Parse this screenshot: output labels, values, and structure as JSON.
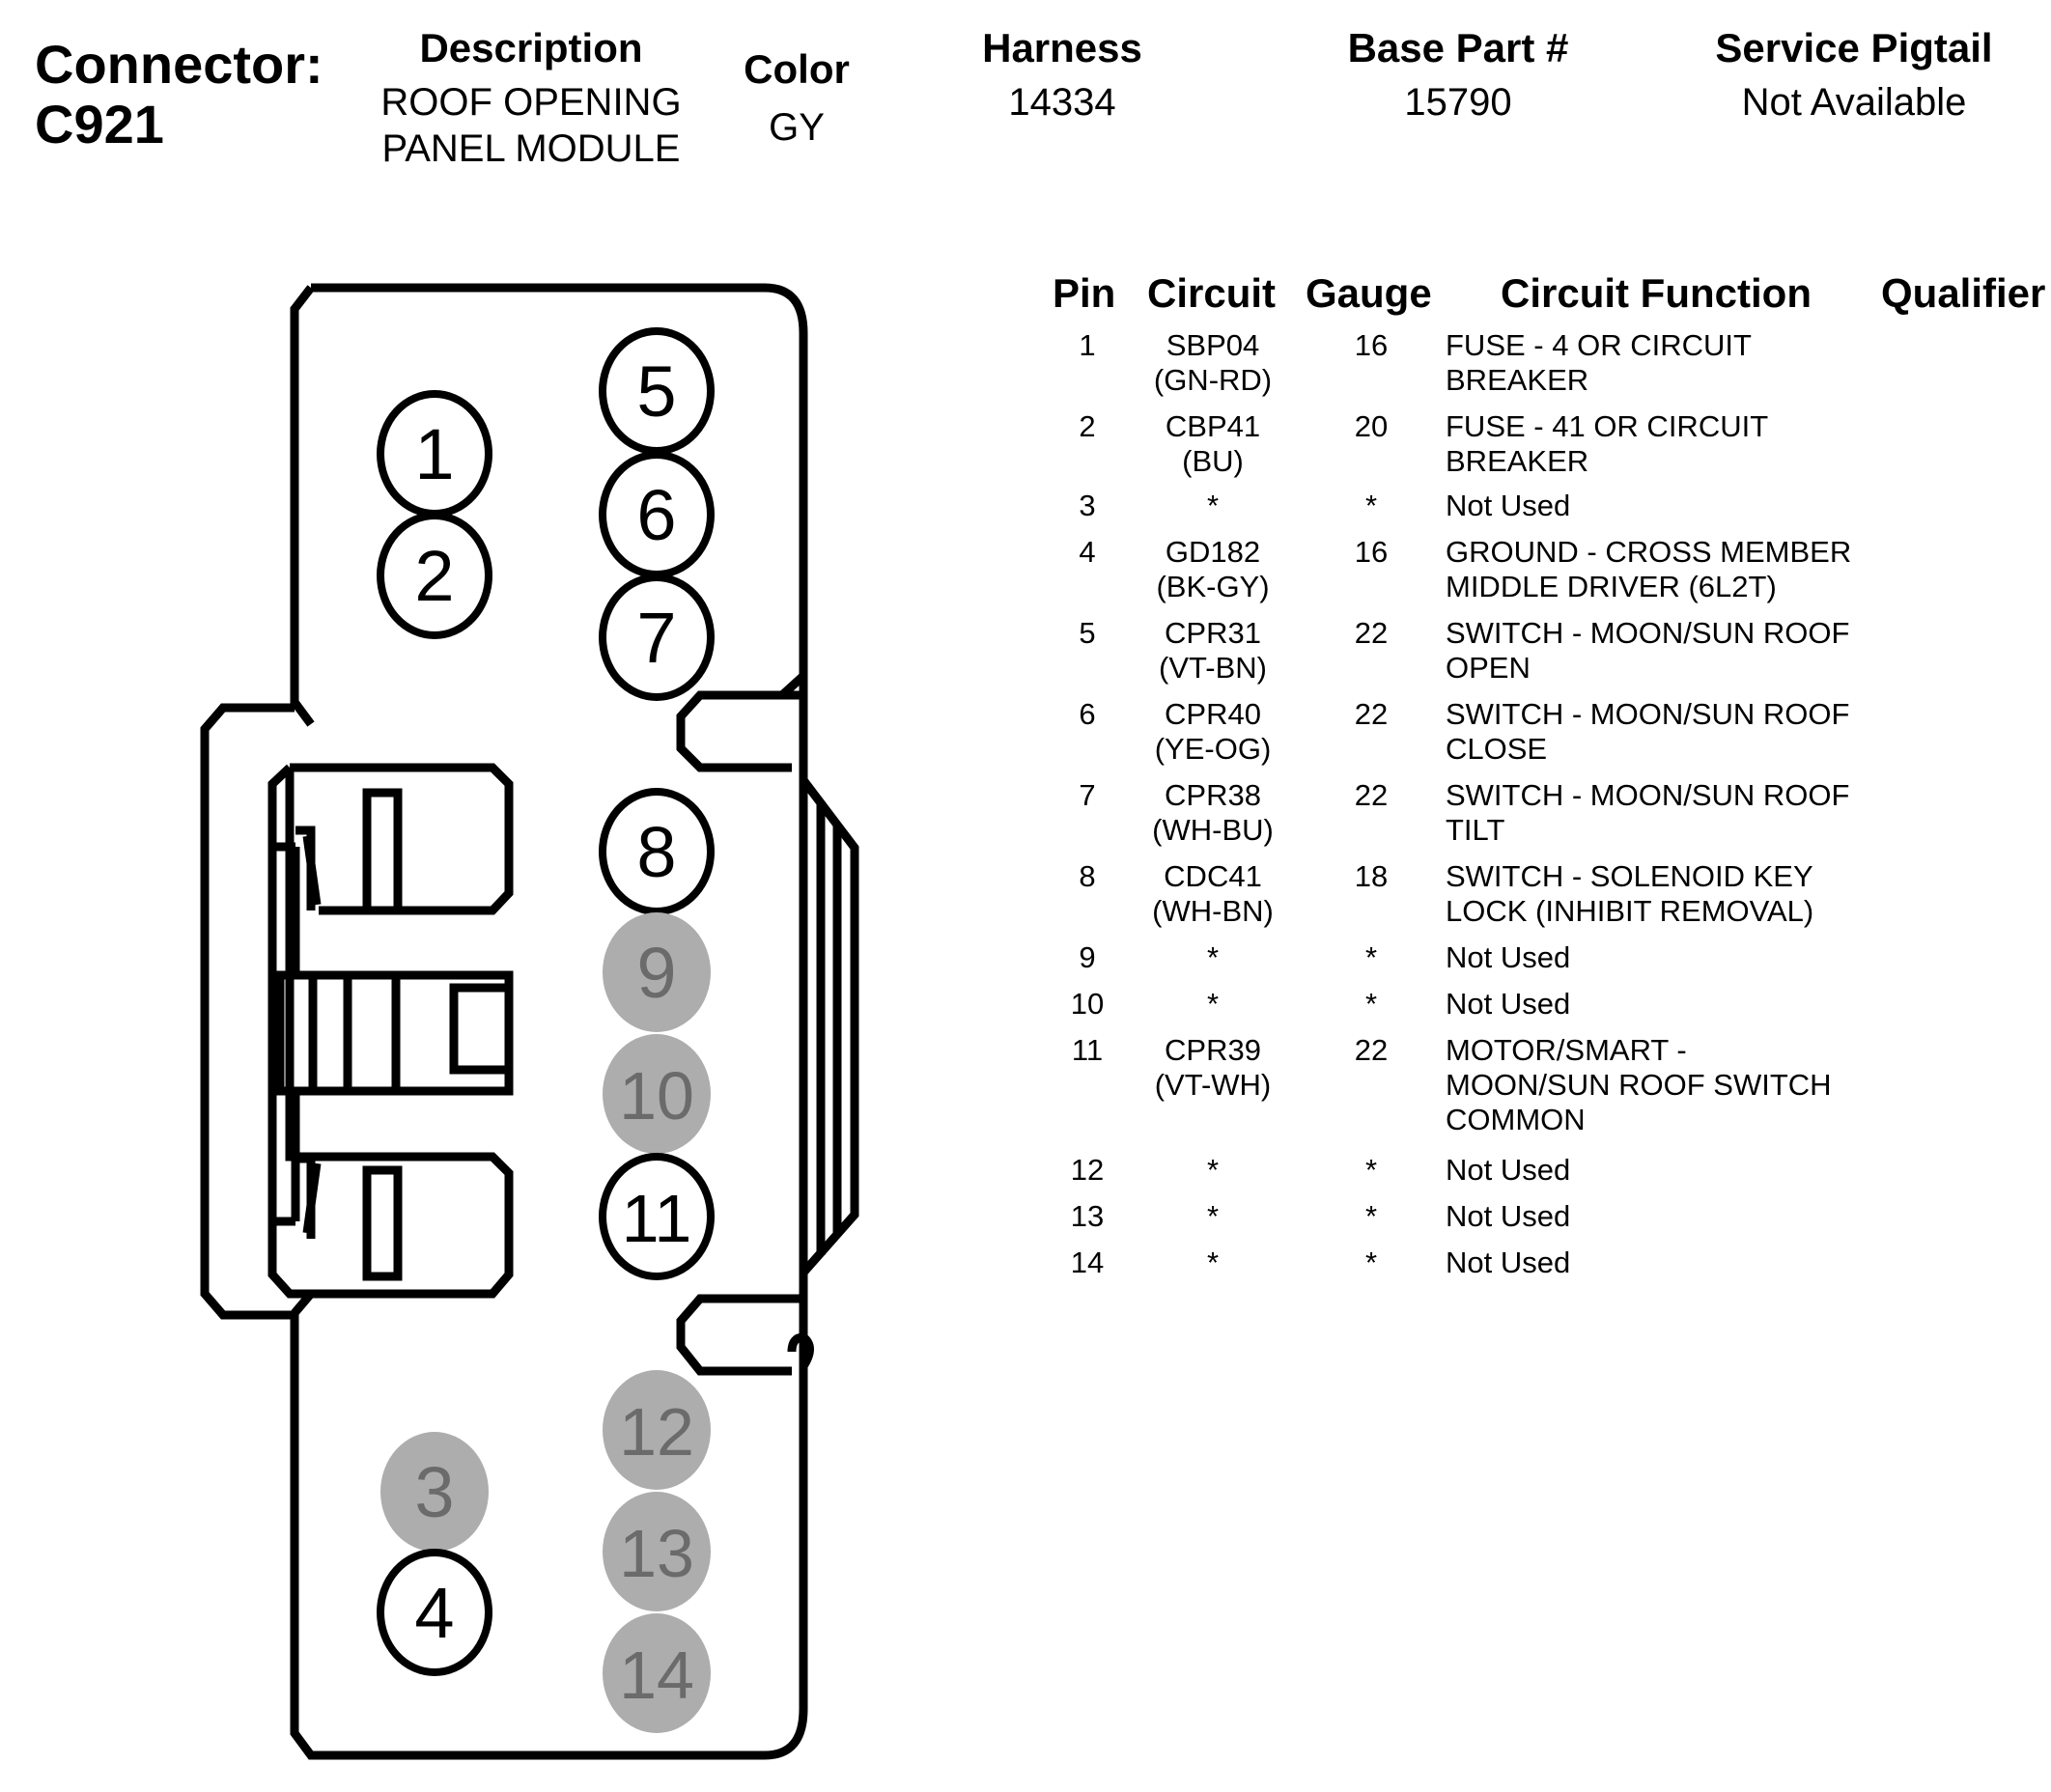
{
  "connector": {
    "label": "Connector:",
    "id": "C921"
  },
  "header": {
    "description": {
      "label": "Description",
      "line1": "ROOF OPENING",
      "line2": "PANEL MODULE"
    },
    "color": {
      "label": "Color",
      "value": "GY"
    },
    "harness": {
      "label": "Harness",
      "value": "14334"
    },
    "base_part": {
      "label": "Base Part #",
      "value": "15790"
    },
    "service_pigtail": {
      "label": "Service Pigtail",
      "value": "Not Available"
    }
  },
  "table": {
    "columns": [
      "Pin",
      "Circuit",
      "Gauge",
      "Circuit Function",
      "Qualifier"
    ],
    "rows": [
      {
        "pin": "1",
        "circuit": "SBP04\n(GN-RD)",
        "gauge": "16",
        "function": "FUSE - 4 OR CIRCUIT\nBREAKER",
        "qualifier": ""
      },
      {
        "pin": "2",
        "circuit": "CBP41\n(BU)",
        "gauge": "20",
        "function": "FUSE - 41 OR CIRCUIT\nBREAKER",
        "qualifier": ""
      },
      {
        "pin": "3",
        "circuit": "*",
        "gauge": "*",
        "function": "Not Used",
        "qualifier": ""
      },
      {
        "pin": "4",
        "circuit": "GD182\n(BK-GY)",
        "gauge": "16",
        "function": "GROUND - CROSS MEMBER\nMIDDLE DRIVER (6L2T)",
        "qualifier": ""
      },
      {
        "pin": "5",
        "circuit": "CPR31\n(VT-BN)",
        "gauge": "22",
        "function": "SWITCH - MOON/SUN ROOF\nOPEN",
        "qualifier": ""
      },
      {
        "pin": "6",
        "circuit": "CPR40\n(YE-OG)",
        "gauge": "22",
        "function": "SWITCH - MOON/SUN ROOF\nCLOSE",
        "qualifier": ""
      },
      {
        "pin": "7",
        "circuit": "CPR38\n(WH-BU)",
        "gauge": "22",
        "function": "SWITCH - MOON/SUN ROOF\nTILT",
        "qualifier": ""
      },
      {
        "pin": "8",
        "circuit": "CDC41\n(WH-BN)",
        "gauge": "18",
        "function": "SWITCH - SOLENOID KEY\nLOCK (INHIBIT REMOVAL)",
        "qualifier": ""
      },
      {
        "pin": "9",
        "circuit": "*",
        "gauge": "*",
        "function": "Not Used",
        "qualifier": ""
      },
      {
        "pin": "10",
        "circuit": "*",
        "gauge": "*",
        "function": "Not Used",
        "qualifier": ""
      },
      {
        "pin": "11",
        "circuit": "CPR39\n(VT-WH)",
        "gauge": "22",
        "function": "MOTOR/SMART -\nMOON/SUN ROOF SWITCH\nCOMMON",
        "qualifier": ""
      },
      {
        "pin": "12",
        "circuit": "*",
        "gauge": "*",
        "function": "Not Used",
        "qualifier": ""
      },
      {
        "pin": "13",
        "circuit": "*",
        "gauge": "*",
        "function": "Not Used",
        "qualifier": ""
      },
      {
        "pin": "14",
        "circuit": "*",
        "gauge": "*",
        "function": "Not Used",
        "qualifier": ""
      }
    ]
  },
  "diagram": {
    "used_pin_stroke": "#000000",
    "unused_pin_fill": "#adadad",
    "unused_pin_text": "#6b6b6b",
    "pins": [
      {
        "num": "1",
        "used": true
      },
      {
        "num": "2",
        "used": true
      },
      {
        "num": "3",
        "used": false
      },
      {
        "num": "4",
        "used": true
      },
      {
        "num": "5",
        "used": true
      },
      {
        "num": "6",
        "used": true
      },
      {
        "num": "7",
        "used": true
      },
      {
        "num": "8",
        "used": true
      },
      {
        "num": "9",
        "used": false
      },
      {
        "num": "10",
        "used": false
      },
      {
        "num": "11",
        "used": true
      },
      {
        "num": "12",
        "used": false
      },
      {
        "num": "13",
        "used": false
      },
      {
        "num": "14",
        "used": false
      }
    ]
  }
}
